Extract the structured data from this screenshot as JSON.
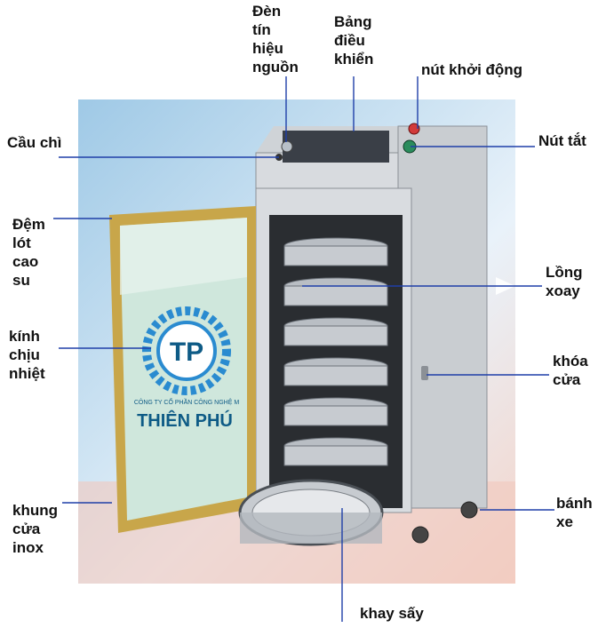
{
  "labels": {
    "power_light": "Đèn\ntín\nhiệu\nnguồn",
    "control_panel": "Bảng\nđiều\nkhiển",
    "start_button": "nút khởi động",
    "fuse": "Cầu chì",
    "stop_button": "Nút tắt",
    "rubber_gasket": "Đệm\nlót\ncao\nsu",
    "rotating_cage": "Lồng\nxoay",
    "heat_glass": "kính\nchịu\nnhiệt",
    "door_lock": "khóa\ncửa",
    "stainless_frame": "khung\ncửa\ninox",
    "wheels": "bánh\nxe",
    "drying_tray": "khay sấy"
  },
  "branding": {
    "company_name": "THIÊN PHÚ",
    "company_subtitle": "CÔNG TY CỔ PHẦN CÔNG NGHỆ M",
    "logo_letters": "TP"
  },
  "colors": {
    "leader_line": "#1f3fa8",
    "steel_light": "#e4e6e9",
    "steel_dark": "#9ea3a8",
    "brass_frame": "#c8a64a",
    "logo_blue": "#2a8bd0",
    "brand_dark": "#0e5b86"
  }
}
